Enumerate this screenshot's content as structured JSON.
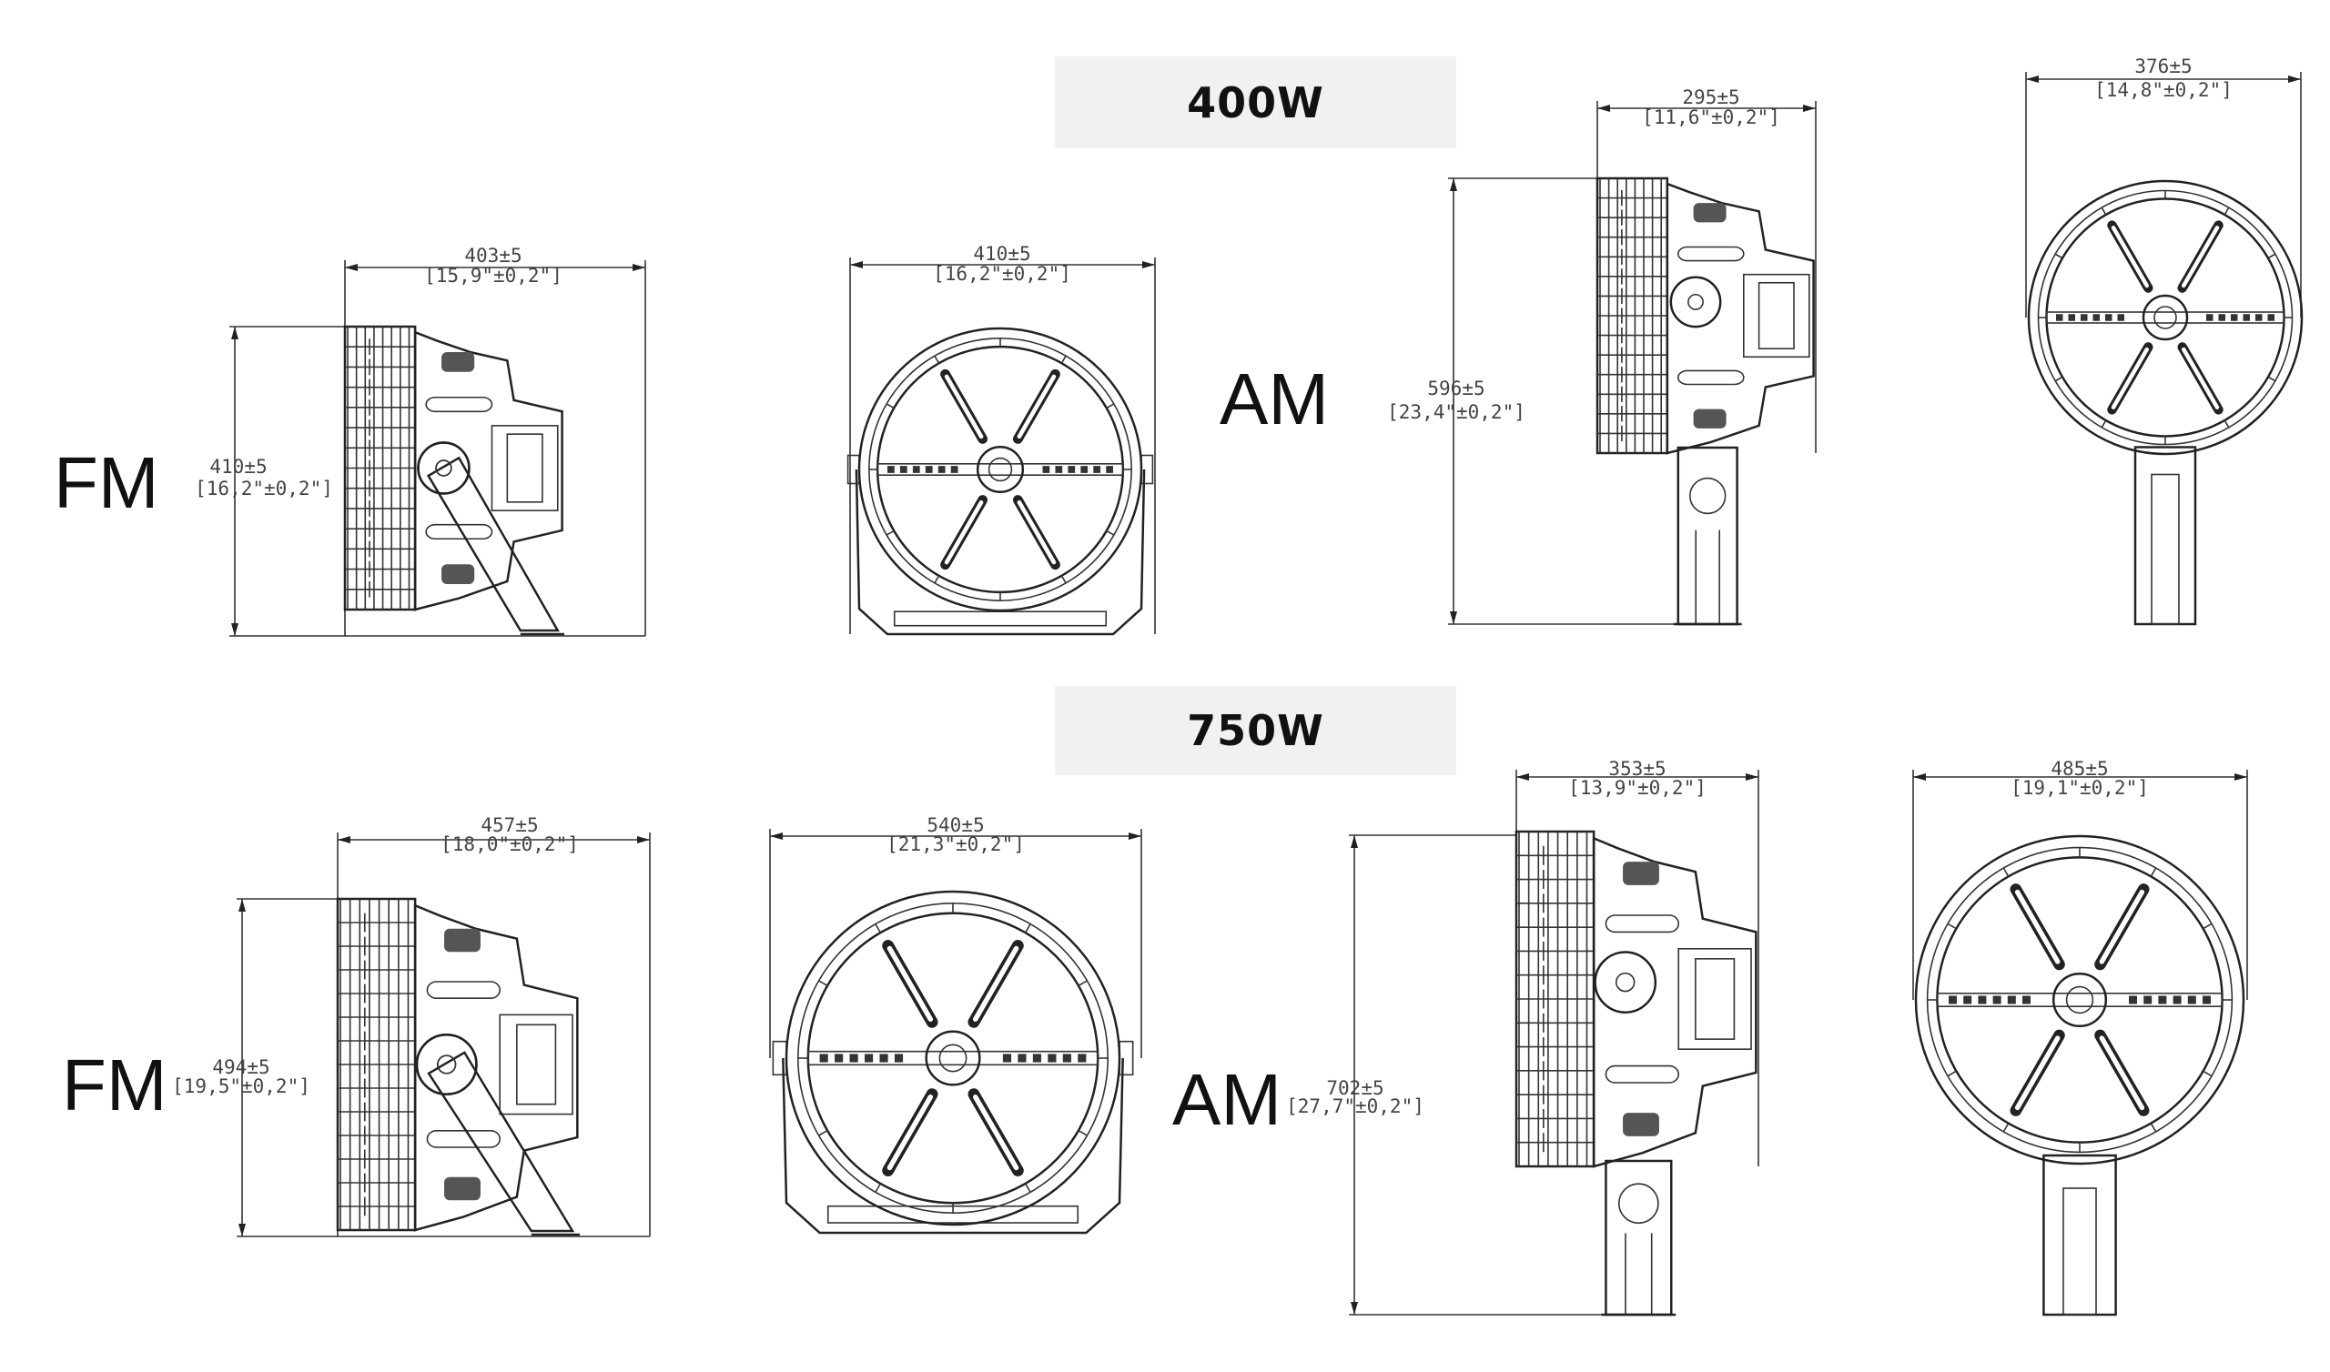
{
  "sections": [
    {
      "title": "400W",
      "fm": {
        "label": "FM",
        "side_width": {
          "value": "403±5",
          "inch": "[15,9\"±0,2\"]"
        },
        "height": {
          "value": "410±5",
          "inch": "[16,2\"±0,2\"]"
        },
        "front_width": {
          "value": "410±5",
          "inch": "[16,2\"±0,2\"]"
        }
      },
      "am": {
        "label": "AM",
        "side_width": {
          "value": "295±5",
          "inch": "[11,6\"±0,2\"]"
        },
        "height": {
          "value": "596±5",
          "inch": "[23,4\"±0,2\"]"
        },
        "front_width": {
          "value": "376±5",
          "inch": "[14,8\"±0,2\"]"
        }
      }
    },
    {
      "title": "750W",
      "fm": {
        "label": "FM",
        "side_width": {
          "value": "457±5",
          "inch": "[18,0\"±0,2\"]"
        },
        "height": {
          "value": "494±5",
          "inch": "[19,5\"±0,2\"]"
        },
        "front_width": {
          "value": "540±5",
          "inch": "[21,3\"±0,2\"]"
        }
      },
      "am": {
        "label": "AM",
        "side_width": {
          "value": "353±5",
          "inch": "[13,9\"±0,2\"]"
        },
        "height": {
          "value": "702±5",
          "inch": "[27,7\"±0,2\"]"
        },
        "front_width": {
          "value": "485±5",
          "inch": "[19,1\"±0,2\"]"
        }
      }
    }
  ]
}
